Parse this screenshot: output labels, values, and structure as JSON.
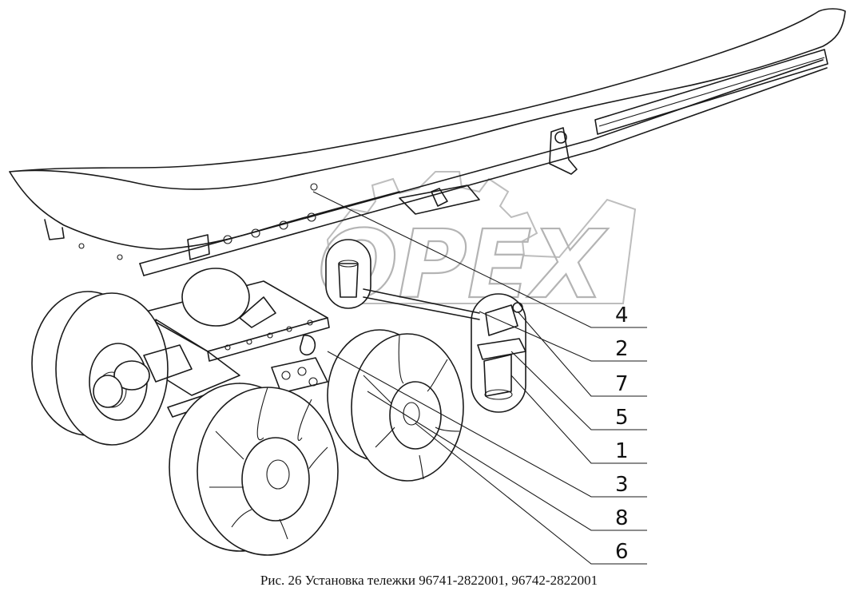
{
  "figure": {
    "caption": "Рис. 26 Установка тележки 96741-2822001, 96742-2822001"
  },
  "watermark": {
    "text": "OPEX"
  },
  "callouts": [
    {
      "number": "4"
    },
    {
      "number": "2"
    },
    {
      "number": "7"
    },
    {
      "number": "5"
    },
    {
      "number": "1"
    },
    {
      "number": "3"
    },
    {
      "number": "8"
    },
    {
      "number": "6"
    }
  ],
  "colors": {
    "ink": "#1a1a1a",
    "background": "#ffffff",
    "watermark": "#777777"
  }
}
